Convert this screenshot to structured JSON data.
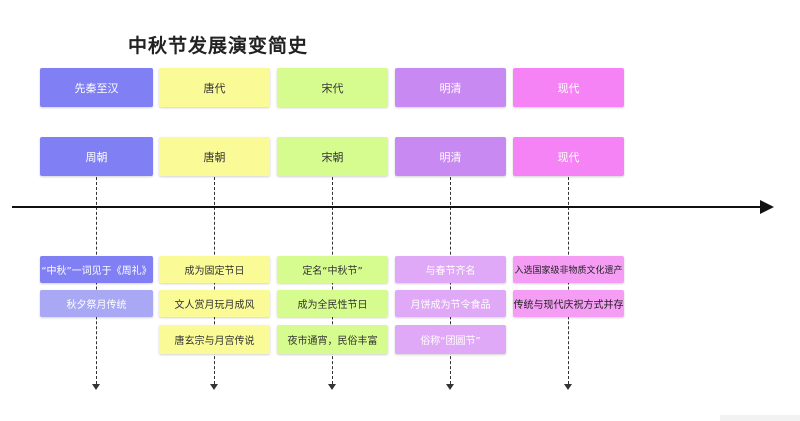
{
  "title": "中秋节发展演变简史",
  "colors": {
    "col1": "#8080f4",
    "col1_light": "#a8a8f4",
    "col2": "#fafa96",
    "col3": "#d6fb8e",
    "col4": "#c88af2",
    "col4_light": "#e0a9f8",
    "col5": "#f583f5",
    "col5_light": "#f59df5",
    "axis": "#111111"
  },
  "columns": [
    {
      "period": "先秦至汉",
      "dynasty": "周朝",
      "events": [
        "“中秋”一词见于《周礼》",
        "秋夕祭月传统"
      ]
    },
    {
      "period": "唐代",
      "dynasty": "唐朝",
      "events": [
        "成为固定节日",
        "文人赏月玩月成风",
        "唐玄宗与月宫传说"
      ]
    },
    {
      "period": "宋代",
      "dynasty": "宋朝",
      "events": [
        "定名“中秋节”",
        "成为全民性节日",
        "夜市通宵，民俗丰富"
      ]
    },
    {
      "period": "明清",
      "dynasty": "明清",
      "events": [
        "与春节齐名",
        "月饼成为节令食品",
        "俗称“团圆节”"
      ]
    },
    {
      "period": "现代",
      "dynasty": "现代",
      "events": [
        "入选国家级非物质文化遗产",
        "传统与现代庆祝方式并存"
      ]
    }
  ]
}
